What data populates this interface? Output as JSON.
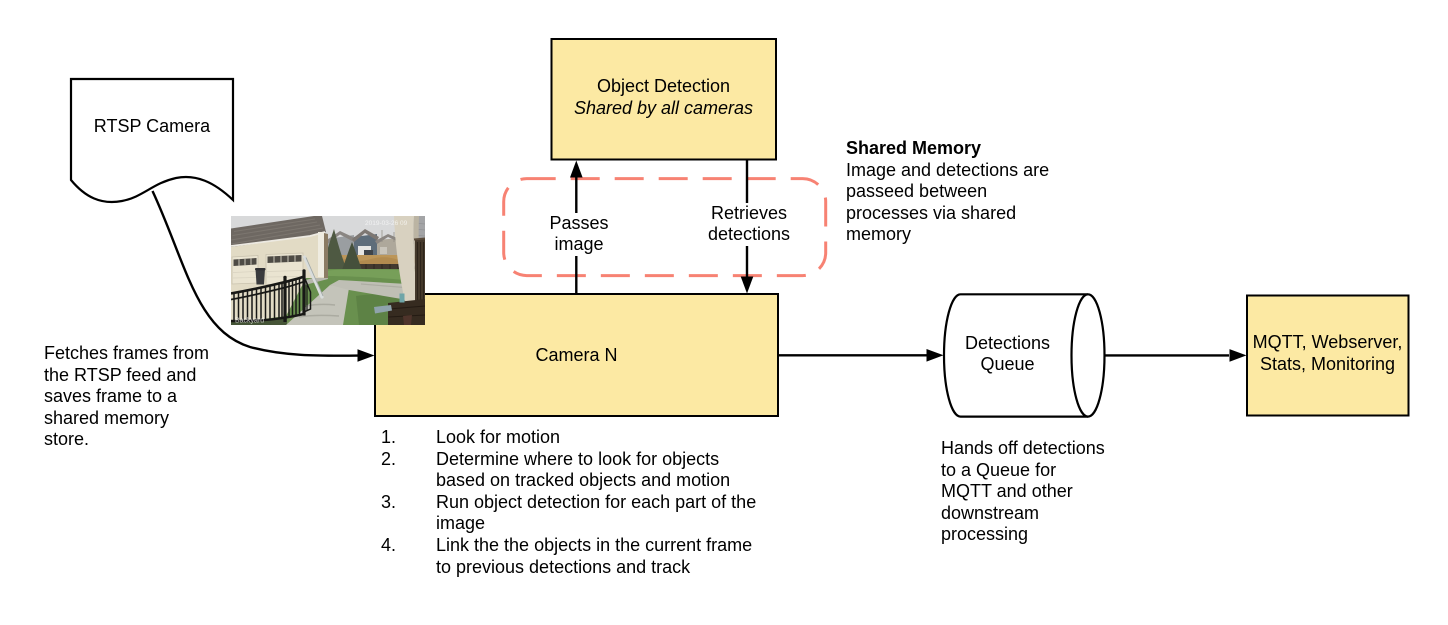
{
  "colors": {
    "node_fill": "#FCE9A3",
    "node_border": "#000000",
    "shared_memory_outline": "#F78273",
    "connector": "#000000"
  },
  "nodes": {
    "rtsp_camera": {
      "label": "RTSP Camera"
    },
    "object_detection": {
      "title": "Object Detection",
      "subtitle": "Shared by all cameras"
    },
    "camera_n": {
      "label": "Camera N"
    },
    "detections_queue": {
      "line1": "Detections",
      "line2": "Queue"
    },
    "outputs": {
      "line1": "MQTT, Webserver,",
      "line2": "Stats, Monitoring"
    }
  },
  "edge_labels": {
    "passes_image": {
      "line1": "Passes",
      "line2": "image"
    },
    "retrieves_detections": {
      "line1": "Retrieves",
      "line2": "detections"
    }
  },
  "annotations": {
    "fetch": {
      "lines": [
        "Fetches frames from",
        "the RTSP feed and",
        "saves frame to a",
        "shared memory",
        "store."
      ]
    },
    "shared_memory": {
      "title": "Shared Memory",
      "lines": [
        "Image and detections are",
        "passeed between",
        "processes via shared",
        "memory"
      ]
    },
    "handoff": {
      "lines": [
        "Hands off detections",
        "to a Queue for",
        "MQTT and other",
        "downstream",
        "processing"
      ]
    },
    "camera_steps": [
      {
        "num": "1.",
        "lines": [
          "Look for motion"
        ]
      },
      {
        "num": "2.",
        "lines": [
          "Determine where to look for objects",
          "based on tracked objects and motion"
        ]
      },
      {
        "num": "3.",
        "lines": [
          "Run object detection for each part of the",
          "image"
        ]
      },
      {
        "num": "4.",
        "lines": [
          "Link the the objects in the current frame",
          "to previous detections and track"
        ]
      }
    ]
  },
  "snapshot": {
    "watermark": "Backyard",
    "timestamp": "2019-03-26 09"
  }
}
